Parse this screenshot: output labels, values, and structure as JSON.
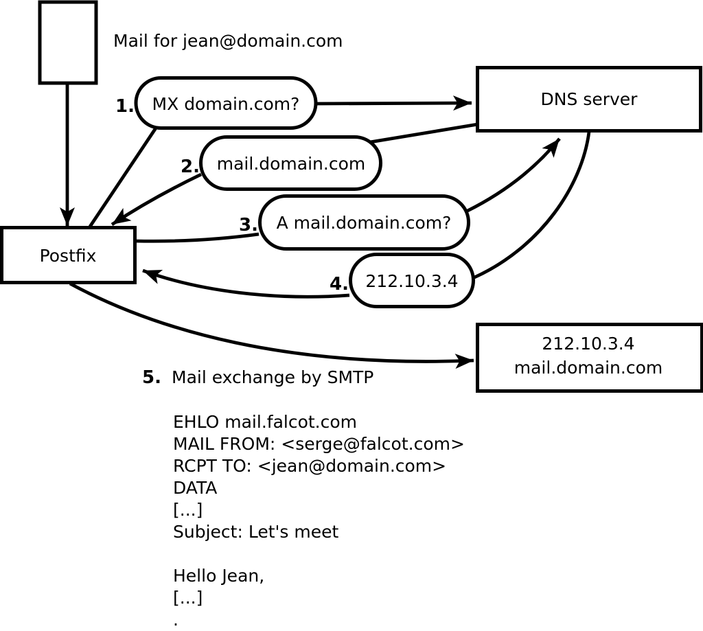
{
  "diagram": {
    "title_note": "Mail for jean@domain.com",
    "nodes": {
      "postfix_label": "Postfix",
      "dns_server_label": "DNS server",
      "mail_server_line1": "212.10.3.4",
      "mail_server_line2": "mail.domain.com"
    },
    "steps": [
      {
        "number": "1.",
        "label": "MX domain.com?"
      },
      {
        "number": "2.",
        "label": "mail.domain.com"
      },
      {
        "number": "3.",
        "label": "A mail.domain.com?"
      },
      {
        "number": "4.",
        "label": "212.10.3.4"
      },
      {
        "number": "5.",
        "label": "Mail exchange by SMTP"
      }
    ],
    "smtp_session": {
      "lines": [
        "EHLO mail.falcot.com",
        "MAIL FROM: <serge@falcot.com>",
        "RCPT TO: <jean@domain.com>",
        "DATA",
        "[...]",
        "Subject: Let's meet",
        "",
        "Hello Jean,",
        "[...]",
        "."
      ]
    },
    "colors": {
      "stroke": "#000000",
      "background": "#ffffff"
    }
  }
}
